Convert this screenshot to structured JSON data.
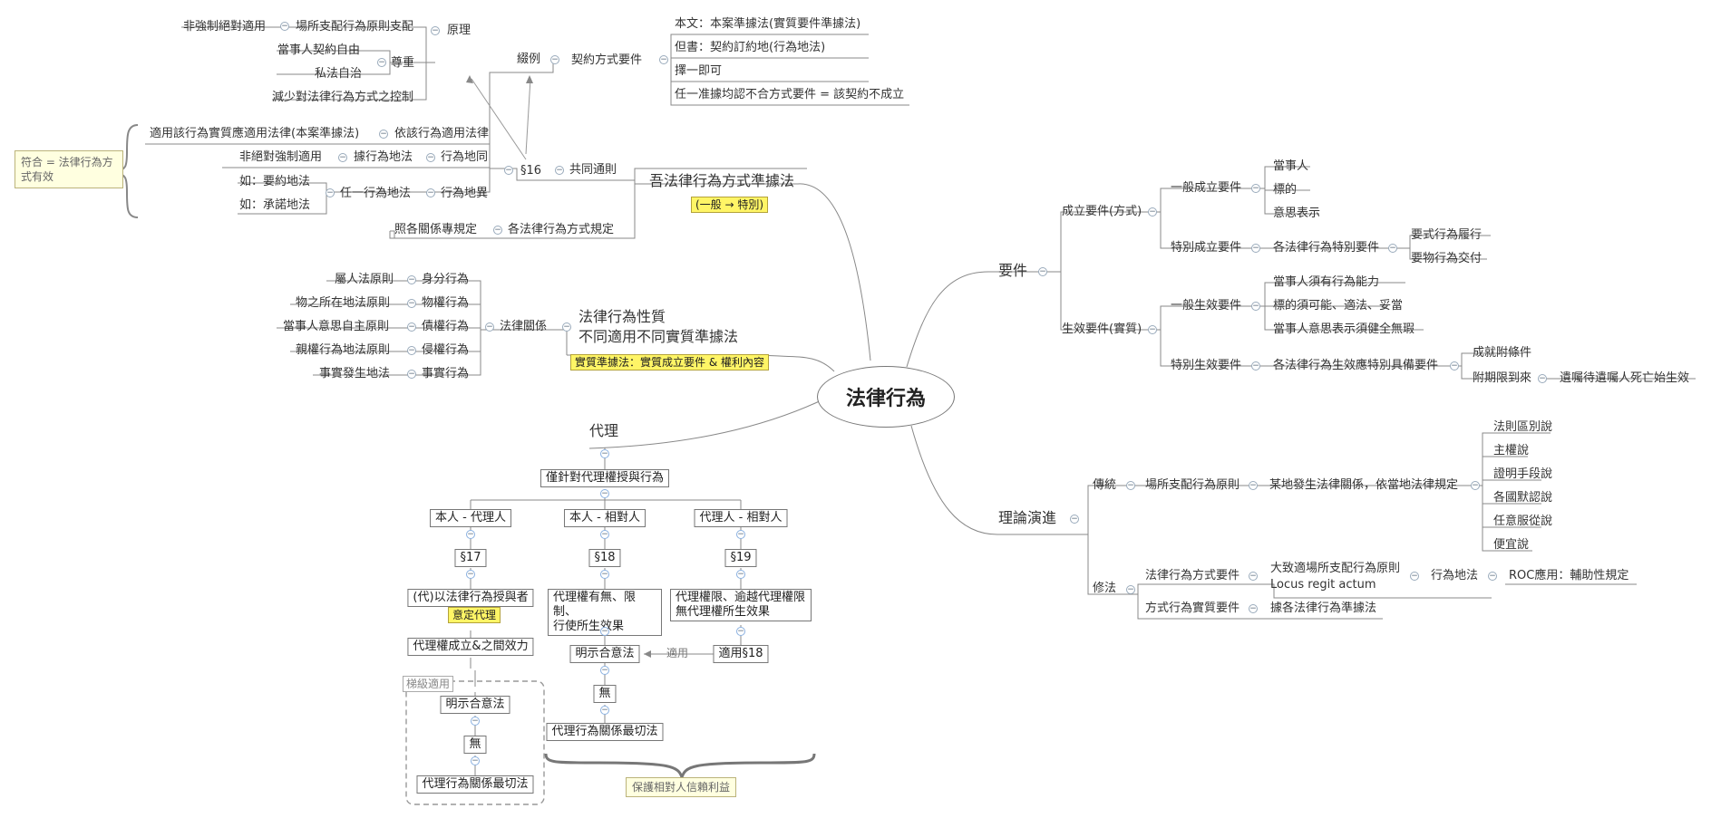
{
  "center": "法律行為",
  "branches": {
    "form_law": {
      "title": "吾法律行為方式準據法",
      "tag": "(一般 → 特別)",
      "general": "共同通則",
      "s16": "§16",
      "principle": "原理",
      "respect": "尊重",
      "respect_items": [
        "當事人契約自由",
        "私法自治"
      ],
      "place_rule": "場所支配行為原則支配",
      "non_mandatory": "非強制絕對適用",
      "reduce_control": "減少對法律行為方式之控制",
      "example": "綴例",
      "contract_form": "契約方式要件",
      "contract_items": [
        "本文：本案準據法(實質要件準據法)",
        "但書：契約訂約地(行為地法)",
        "擇一即可",
        "任一准據均認不合方式要件 = 該契約不成立"
      ],
      "by_act_law": "依該行為適用法律",
      "by_act_law_desc": "適用該行為實質應適用法律(本案準據法)",
      "place_same": "行為地同",
      "place_law": "據行為地法",
      "place_same_desc": "非絕對強制適用",
      "place_diff": "行為地異",
      "any_place": "任一行為地法",
      "place_diff_desc": [
        "如：要約地法",
        "如：承諾地法"
      ],
      "each_form": "各法律行為方式規定",
      "each_form_desc": "照各關係專規定",
      "note": "符合 = 法律行為方式有效"
    },
    "nature": {
      "title": [
        "法律行為性質",
        "不同適用不同實質準據法"
      ],
      "tag": "實質準據法：實質成立要件 & 權利內容",
      "relation": "法律關係",
      "items": [
        {
          "act": "身分行為",
          "law": "屬人法原則"
        },
        {
          "act": "物權行為",
          "law": "物之所在地法原則"
        },
        {
          "act": "債權行為",
          "law": "當事人意思自主原則"
        },
        {
          "act": "侵權行為",
          "law": "親權行為地法原則"
        },
        {
          "act": "事實行為",
          "law": "事實發生地法"
        }
      ]
    },
    "agency": {
      "title": "代理",
      "root": "僅針對代理權授與行為",
      "cols": [
        {
          "head": "本人 - 代理人",
          "art": "§17",
          "desc": [
            "(代)以法律行為授與者"
          ],
          "tag": "意定代理",
          "next": "代理權成立&之間效力"
        },
        {
          "head": "本人 - 相對人",
          "art": "§18",
          "desc": [
            "代理權有無、限制、",
            "行使所生效果"
          ],
          "next": "明示合意法",
          "none": "無",
          "last": "代理行為關係最切法"
        },
        {
          "head": "代理人 - 相對人",
          "art": "§19",
          "desc": [
            "代理權限、逾越代理權限",
            "無代理權所生效果"
          ],
          "apply": "適用§18"
        }
      ],
      "apply_label": "適用",
      "ladder": "梯級適用",
      "ladder_items": [
        "明示合意法",
        "無",
        "代理行為關係最切法"
      ],
      "protect": "保護相對人信賴利益"
    },
    "requirements": {
      "title": "要件",
      "formation": "成立要件(方式)",
      "general_form": "一般成立要件",
      "general_form_items": [
        "當事人",
        "標的",
        "意思表示"
      ],
      "special_form": "特別成立要件",
      "special_form_each": "各法律行為特別要件",
      "special_form_items": [
        "要式行為履行",
        "要物行為交付"
      ],
      "effect": "生效要件(實質)",
      "general_eff": "一般生效要件",
      "general_eff_items": [
        "當事人須有行為能力",
        "標的須可能、適法、妥當",
        "當事人意思表示須健全無瑕"
      ],
      "special_eff": "特別生效要件",
      "special_eff_each": "各法律行為生效應特別具備要件",
      "special_eff_items": [
        "成就附條件",
        "附期限到來"
      ],
      "will": "遺囑待遺囑人死亡始生效"
    },
    "theory": {
      "title": "理論演進",
      "tradition": "傳統",
      "place_principle": "場所支配行為原則",
      "place_desc": "某地發生法律關係，依當地法律規定",
      "theories": [
        "法則區別說",
        "主權說",
        "證明手段說",
        "各國默認說",
        "任意服從說",
        "便宜說"
      ],
      "amend": "修法",
      "form_req": "法律行為方式要件",
      "form_desc": [
        "大致適場所支配行為原則",
        "Locus regit actum"
      ],
      "act_place": "行為地法",
      "roc": "ROC應用：輔助性規定",
      "subst_req": "方式行為實質要件",
      "subst_desc": "據各法律行為準據法"
    }
  }
}
